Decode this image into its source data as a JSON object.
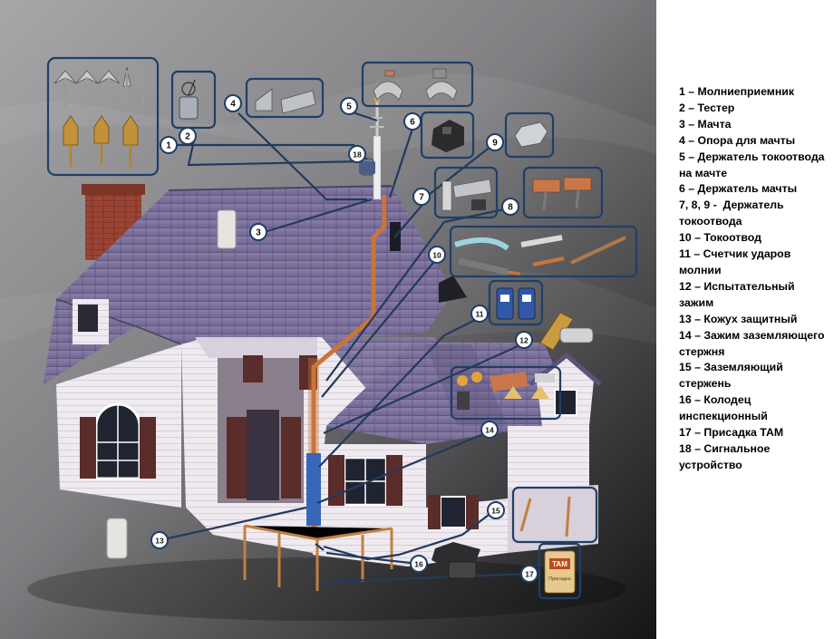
{
  "callouts": [
    "1",
    "2",
    "3",
    "4",
    "5",
    "6",
    "7",
    "8",
    "9",
    "10",
    "11",
    "12",
    "13",
    "14",
    "15",
    "16",
    "17",
    "18"
  ],
  "product_label": {
    "brand": "TAM",
    "subtitle": "Присадка"
  },
  "legend": [
    "1 – Молниеприемник",
    "2 – Тестер",
    "3 – Мачта",
    "4 – Опора для мачты",
    "5 – Держатель токоотвода на мачте",
    "6 – Держатель мачты",
    "7, 8, 9 -  Держатель токоотвода",
    "10 – Токоотвод",
    "11 – Счетчик ударов молнии",
    "12 – Испытательный зажим",
    "13 – Кожух защитный",
    "14 – Зажим заземляющего стержня",
    "15 – Заземляющий стержень",
    "16 – Колодец инспекционный",
    "17 – Присадка ТАМ",
    "18 – Сигнальное устройство"
  ],
  "colors": {
    "callout_border": "#1f3f66",
    "roof": "#7c6f98",
    "wall": "#ece7ee",
    "brick": "#8c3a2b",
    "conductor": "#c9753c",
    "line": "#233a5c"
  }
}
